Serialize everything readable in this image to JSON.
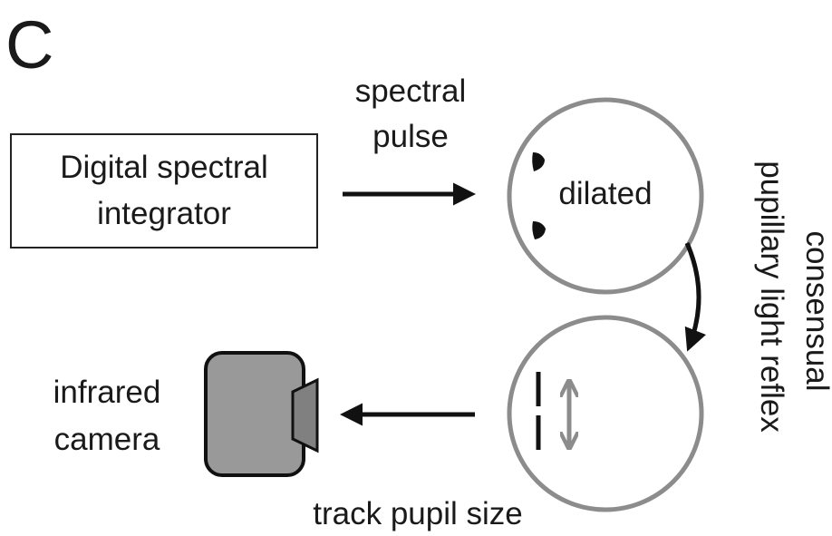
{
  "panel_label": "C",
  "integrator_box": {
    "line1": "Digital spectral",
    "line2": "integrator"
  },
  "pulse_label": {
    "line1": "spectral",
    "line2": "pulse"
  },
  "top_eye_label": "dilated",
  "reflex_label": {
    "line1": "consensual",
    "line2": "pupillary light reflex"
  },
  "camera_label": {
    "line1": "infrared",
    "line2": "camera"
  },
  "tracking_label": "track pupil size",
  "colors": {
    "eye_outline": "#8c8c8c",
    "camera_body": "#999999",
    "camera_lens": "#808080",
    "arrow": "#111111",
    "pupil_arrow": "#8c8c8c"
  }
}
